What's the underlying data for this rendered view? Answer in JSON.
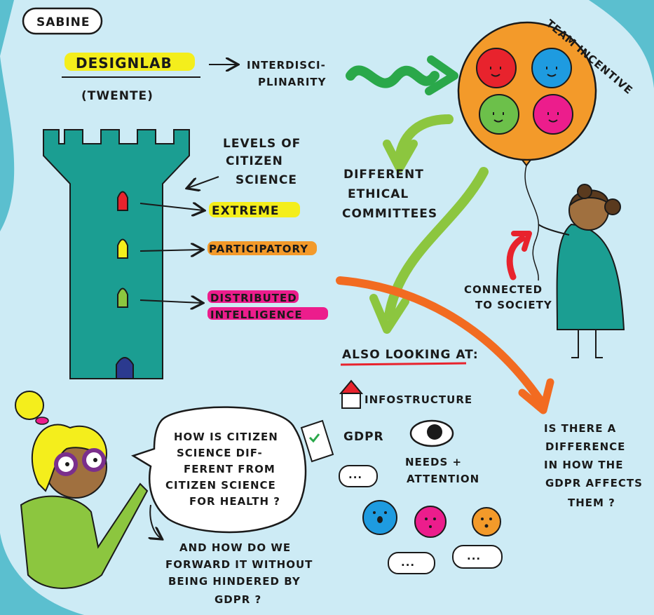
{
  "name_tag": "SABINE",
  "designlab": {
    "title": "DESIGNLAB",
    "subtitle": "(TWENTE)"
  },
  "interdisciplinarity": [
    "INTERDISCI-",
    "PLINARITY"
  ],
  "balloon": {
    "label": "TEAM INCENTIVE",
    "face_colors": [
      "#e8232d",
      "#1e9be0",
      "#6cc04a",
      "#ec1d8c"
    ]
  },
  "ethics": [
    "DIFFERENT",
    "ETHICAL",
    "COMMITTEES"
  ],
  "levels": {
    "heading": [
      "LEVELS OF",
      "CITIZEN",
      "SCIENCE"
    ],
    "items": [
      {
        "label": "EXTREME",
        "highlight": "#f4ee1c",
        "window": "#e8232d"
      },
      {
        "label": "PARTICIPATORY",
        "highlight": "#f39a2a",
        "window": "#f4ee1c"
      },
      {
        "label_lines": [
          "DISTRIBUTED",
          "INTELLIGENCE"
        ],
        "highlight": "#ec1d8c",
        "window": "#8cc63f"
      }
    ]
  },
  "connected": [
    "CONNECTED",
    "TO SOCIETY"
  ],
  "also": {
    "heading": "ALSO LOOKING AT:",
    "items": [
      "INFOSTRUCTURE",
      "GDPR"
    ],
    "needs": [
      "NEEDS +",
      "ATTENTION"
    ],
    "dots": "..."
  },
  "question_right": [
    "IS THERE A",
    "DIFFERENCE",
    "IN HOW THE",
    "GDPR AFFECTS",
    "THEM ?"
  ],
  "speech": [
    "HOW IS CITIZEN",
    "SCIENCE DIF-",
    "FERENT FROM",
    "CITIZEN SCIENCE",
    "FOR HEALTH ?"
  ],
  "bottom_question": [
    "AND HOW DO WE",
    "FORWARD IT WITHOUT",
    "BEING HINDERED BY",
    "GDPR ?"
  ],
  "colors": {
    "background_outer": "#5bbfcf",
    "background_inner": "#cdebf5",
    "tower": "#1b9e92",
    "balloon": "#f39a2a",
    "green_arrow": "#8cc63f",
    "orange_arrow": "#f26b21",
    "red_arrow": "#e8232d"
  }
}
